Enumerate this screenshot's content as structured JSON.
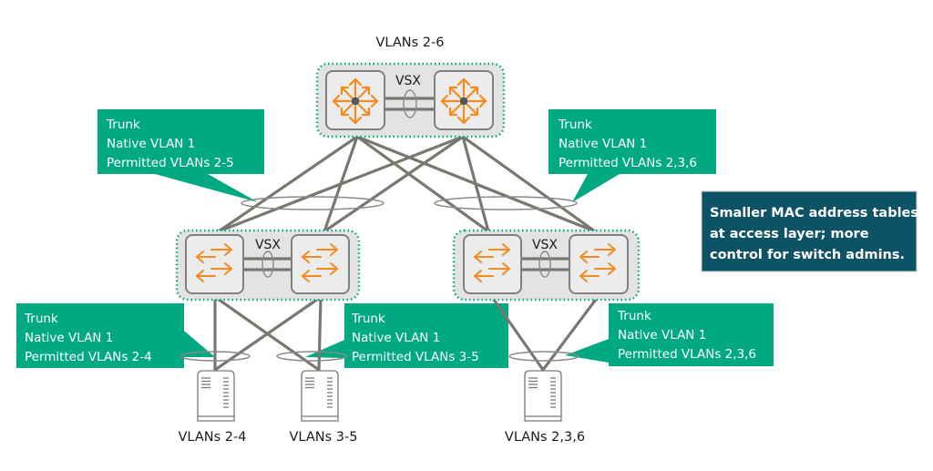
{
  "colors": {
    "callout_green": "#01a982",
    "note_teal": "#0e5265",
    "link_gray": "#7a776f",
    "switch_border": "#808080",
    "switch_fill": "#ececec",
    "group_fill": "#e3e3e3",
    "group_dots": "#01a982",
    "icon_orange": "#f58a1f"
  },
  "core": {
    "label": "VLANs 2-6",
    "vsx_label": "VSX",
    "switch_icon": "core-router-icon"
  },
  "access_left": {
    "vsx_label": "VSX",
    "switch_icon": "l2-switch-arrows-icon"
  },
  "access_right": {
    "vsx_label": "VSX",
    "switch_icon": "l2-switch-arrows-icon"
  },
  "callouts": {
    "core_to_left": [
      "Trunk",
      "Native VLAN 1",
      "Permitted VLANs 2-5"
    ],
    "core_to_right": [
      "Trunk",
      "Native VLAN 1",
      "Permitted VLANs 2,3,6"
    ],
    "left_to_server1": [
      "Trunk",
      "Native VLAN 1",
      "Permitted VLANs 2-4"
    ],
    "left_to_server2": [
      "Trunk",
      "Native VLAN 1",
      "Permitted VLANs 3-5"
    ],
    "right_to_server3": [
      "Trunk",
      "Native VLAN 1",
      "Permitted VLANs 2,3,6"
    ]
  },
  "note": {
    "lines": [
      "Smaller MAC address tables",
      "at access layer; more",
      "control for switch admins."
    ]
  },
  "servers": [
    {
      "label": "VLANs 2-4",
      "icon": "server-icon"
    },
    {
      "label": "VLANs 3-5",
      "icon": "server-icon"
    },
    {
      "label": "VLANs 2,3,6",
      "icon": "server-icon"
    }
  ]
}
